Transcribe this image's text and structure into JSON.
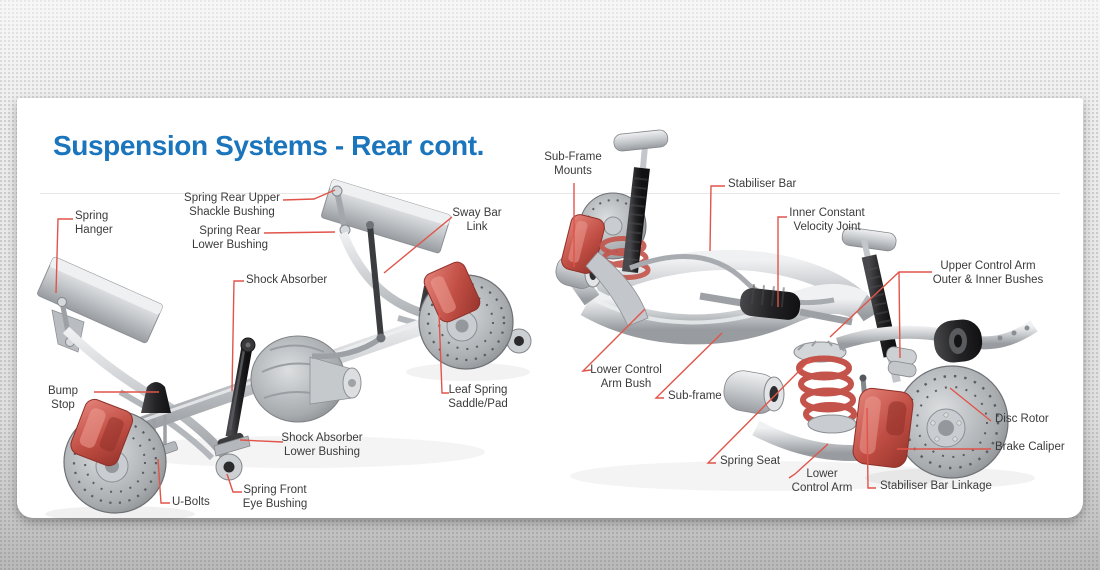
{
  "title": "Suspension Systems - Rear cont.",
  "colors": {
    "title_blue": "#1b75bc",
    "leader_red": "#e0544a",
    "label_text": "#3b3b3b",
    "caliper_red": "#c4544b",
    "card_background": "#ffffff"
  },
  "diagrams": {
    "left": {
      "name": "Leaf spring live axle rear suspension",
      "labels": [
        {
          "id": "spring-hanger",
          "text": "Spring\nHanger"
        },
        {
          "id": "spring-rear-upper-shackle-bushing",
          "text": "Spring Rear Upper\nShackle Bushing"
        },
        {
          "id": "spring-rear-lower-bushing",
          "text": "Spring Rear\nLower Bushing"
        },
        {
          "id": "shock-absorber",
          "text": "Shock Absorber"
        },
        {
          "id": "sway-bar-link",
          "text": "Sway Bar\nLink"
        },
        {
          "id": "leaf-spring-saddle-pad",
          "text": "Leaf Spring\nSaddle/Pad"
        },
        {
          "id": "bump-stop",
          "text": "Bump\nStop"
        },
        {
          "id": "shock-absorber-lower-bushing",
          "text": "Shock Absorber\nLower Bushing"
        },
        {
          "id": "u-bolts",
          "text": "U-Bolts"
        },
        {
          "id": "spring-front-eye-bushing",
          "text": "Spring Front\nEye Bushing"
        }
      ]
    },
    "right": {
      "name": "Independent multi-link rear suspension",
      "labels": [
        {
          "id": "sub-frame-mounts",
          "text": "Sub-Frame\nMounts"
        },
        {
          "id": "stabiliser-bar",
          "text": "Stabiliser Bar"
        },
        {
          "id": "inner-constant-velocity-joint",
          "text": "Inner Constant\nVelocity Joint"
        },
        {
          "id": "upper-control-arm-bushes",
          "text": "Upper Control Arm\nOuter & Inner Bushes"
        },
        {
          "id": "lower-control-arm-bush",
          "text": "Lower Control\nArm Bush"
        },
        {
          "id": "sub-frame",
          "text": "Sub-frame"
        },
        {
          "id": "spring-seat",
          "text": "Spring Seat"
        },
        {
          "id": "lower-control-arm",
          "text": "Lower\nControl Arm"
        },
        {
          "id": "stabiliser-bar-linkage",
          "text": "Stabiliser Bar Linkage"
        },
        {
          "id": "disc-rotor",
          "text": "Disc Rotor"
        },
        {
          "id": "brake-caliper",
          "text": "Brake Caliper"
        }
      ]
    }
  }
}
